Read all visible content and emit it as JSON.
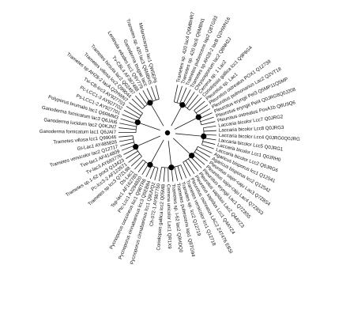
{
  "tree": {
    "labels": [
      "Trametes sp. 420 lac4 Q6MBHR7",
      "Trametes sp. 420 lac6 Q6MBN1",
      "Trametes pubescens lap2 Q8TG93",
      "Trametes sp AH28-2 lacB Q2HWN16",
      "Chrysosporium lac2 Q8NH2J",
      "Cerrena sp. 1 Lac2",
      "Coriolopsis gallica lcc1 Q9P8G4",
      "Pleurotus sp. Lac1",
      "Pleurotus ostreatus POX1 Q12739",
      "Pleurotus pulmonarius Lac2 Q2VT18",
      "Pleurotus eryngii Pel3 Q5MP11Q5MP",
      "Pleurotus eryngii Pel4 Q0JRG8Q0J208",
      "Pleurotus ostreatus PoxA1b Q6U9Q6",
      "Laccaria bicolor Lcc7 Q0JRG2",
      "Laccaria bicolor Lcc8 Q0JRG3",
      "Laccaria bicolor Lcc4 Q0JRG0Q0JRG",
      "Laccaria bicolor Lcc5 Q0JRG1",
      "Laccaria bicolor Lcc1 Q0JRH0",
      "Laccaria bicolor Lcc2 Q0JRG6",
      "Agaricus bisporus lcc1 Q12541",
      "Agaricus bisporus lcc2 Q12542",
      "Pleurotus sajor-caju Lac3 Q7Z8S4",
      "Pleurotus sajor-caju Lac4 Q7Z8S3",
      "Pleurotus eryngii Lac1 Q7Z8S5",
      "Pleurotus sapidus Lac2 Q4AYZ3",
      "Pleurotus sapidus Lcc1 Q4AYZ4",
      "Pleurotus ostreatus LAC2 Z47476 EBSI",
      "Trametes versicolor lcc1 Q12718",
      "Trametes sp. lcc2 Q12719",
      "Trametes pubescens lap1 Q8TG94",
      "Trametes sp. I-62 lac2 Q9HDQ0",
      "Cerrena unicolor Lac1 QR1X9",
      "Coriolopsis gallica lcc2 Q05MB",
      "Ch-072-1 AY987750",
      "Pycnoporus cinnabarinus lcc1 Q9UVQ2",
      "Pycnoporus cinnabarinus lcc3 Q5EB84",
      "Pycnoporus coccineus lcc1 Q96TR6",
      "Ptc-Lcc1 AJ294820",
      "Tsp-lac1 AF162785",
      "Ds-Lac1",
      "Trametes sp lcc3 Q7ZL98",
      "Pc-lcc3-2 AF123571",
      "Trametes sp.1-62 pox3 Q13423",
      "Tv-lac3 AY693776",
      "Tve-lac1 AF414809",
      "Trametes versicolor lac2 Q12717",
      "Gt-Lac1 AY485826",
      "Trametes villosa lcc1 Q99046",
      "Ganoderma fornicatum lac1 Q6JAI7",
      "Ganoderma lucidum lac2 Q0KJN7",
      "Ganoderma fornicatum lac3 Q6JAI6",
      "Polyporus brumalis lac1 Q6RMM3",
      "Ps-LCC1-2 AY927701",
      "Pc-LCC1-3 AY927702",
      "Tvi-CB-lcc3 AY927703",
      "Trametes sp AH28-2 lacA Q2HWN7",
      "Trametes villosa lcc2 Q99044",
      "Trametes hirsuta lac2 Q02497",
      "Tv-CBL4 AF367488",
      "Lentinula edodes lcc1 Q9Y779",
      "Ganoderma tsugae lacc",
      "Trametes sp. 420 lac3 Q6MBHS",
      "Melanocarpus lac1 QW5EP6"
    ]
  }
}
